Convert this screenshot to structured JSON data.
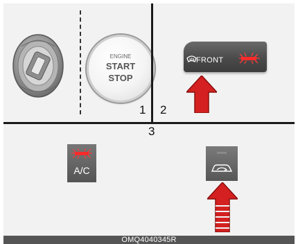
{
  "figure": {
    "caption": "OMQ4040345R",
    "panels": [
      {
        "number": "1"
      },
      {
        "number": "2"
      },
      {
        "number": "3"
      }
    ]
  },
  "engine_button": {
    "line1": "ENGINE",
    "line2": "START",
    "line3": "STOP"
  },
  "front_defrost_button": {
    "label": "FRONT",
    "icon": "front-defrost-icon",
    "indicator_color": "#ff1a1a"
  },
  "ac_button": {
    "label": "A/C",
    "indicator_color": "#ff1a1a"
  },
  "recirculation_button": {
    "icon": "air-recirculation-icon"
  },
  "colors": {
    "arrow_red": "#d91a1a",
    "button_gray": "#555555"
  }
}
